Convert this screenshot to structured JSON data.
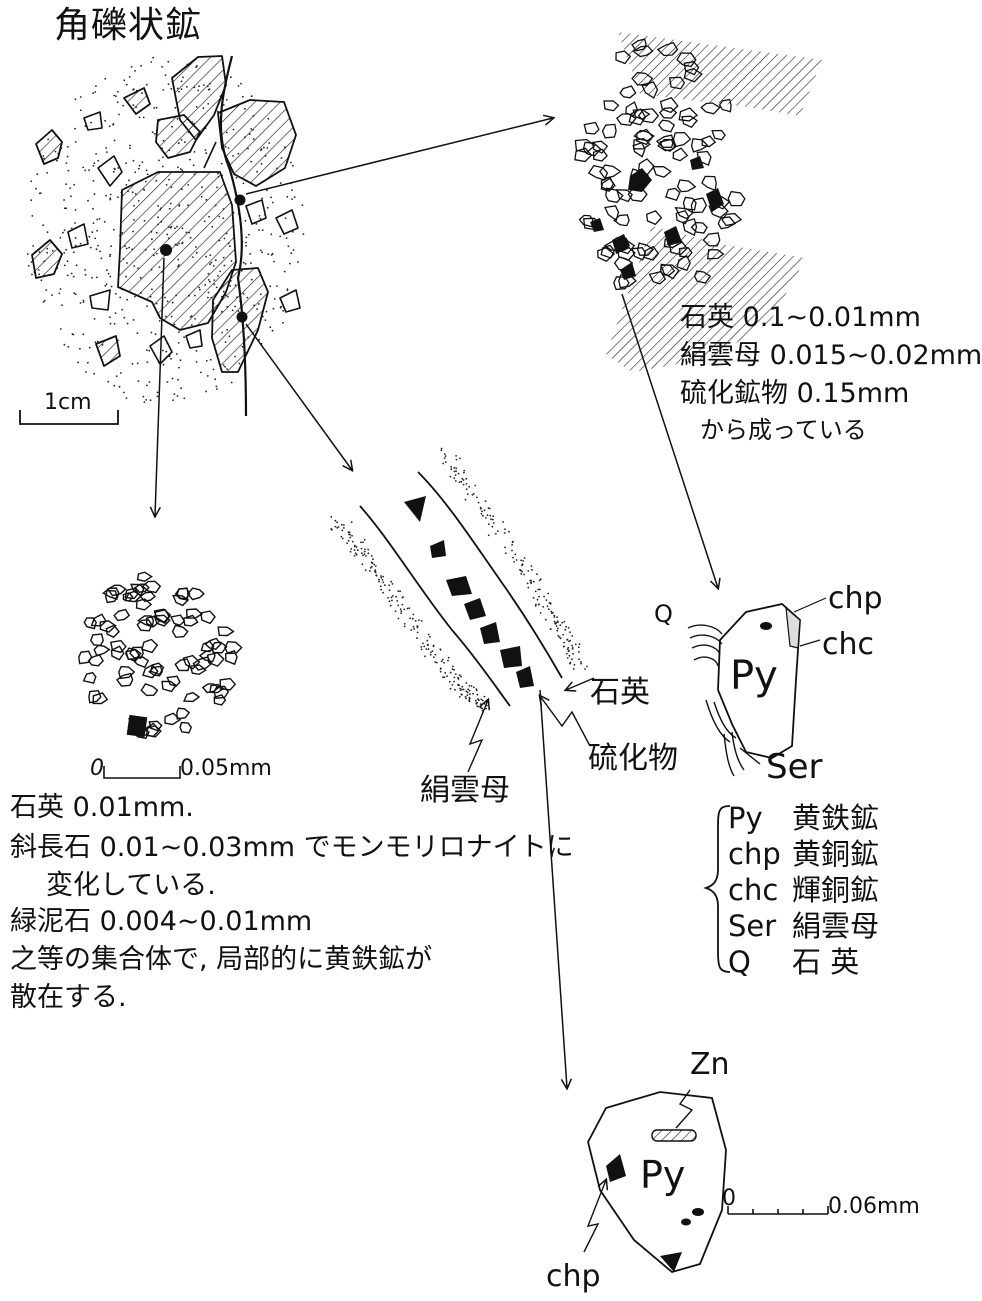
{
  "title": "角礫状鉱",
  "scales": {
    "main": "1cm",
    "micro_zero": "0",
    "micro": "0.05mm",
    "sulfide_zero": "0",
    "sulfide": "0.06mm"
  },
  "upper_right_caption": [
    "石英 0.1~0.01mm",
    "絹雲母 0.015~0.02mm",
    "硫化鉱物 0.15mm",
    "から成っている"
  ],
  "vein_labels": {
    "quartz": "石英",
    "sulfide": "硫化物",
    "sericite": "絹雲母"
  },
  "lower_left_caption": [
    "石英 0.01mm.",
    "斜長石 0.01~0.03mm でモンモリロナイトに",
    "変化している.",
    "緑泥石 0.004~0.01mm",
    "之等の集合体で, 局部的に黄鉄鉱が",
    "散在する."
  ],
  "grain_labels": {
    "q": "Q",
    "chp": "chp",
    "chc": "chc",
    "py": "Py",
    "ser": "Ser"
  },
  "legend": [
    {
      "abbr": "Py",
      "name": "黄鉄鉱"
    },
    {
      "abbr": "chp",
      "name": "黄銅鉱"
    },
    {
      "abbr": "chc",
      "name": "輝銅鉱"
    },
    {
      "abbr": "Ser",
      "name": "絹雲母"
    },
    {
      "abbr": "Q",
      "name": "石 英"
    }
  ],
  "bottom_grain_labels": {
    "zn": "Zn",
    "py": "Py",
    "chp": "chp"
  }
}
